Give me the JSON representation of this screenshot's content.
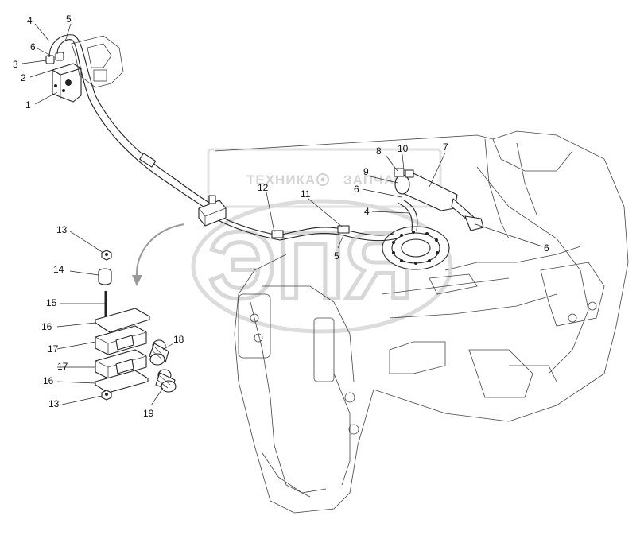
{
  "watermark": {
    "line1": "ТЕХНИКА",
    "line2": "ЗАПЧАСТИ",
    "big": "ЭПЯ"
  },
  "callouts": [
    {
      "id": "c1",
      "label": "1"
    },
    {
      "id": "c2",
      "label": "2"
    },
    {
      "id": "c3",
      "label": "3"
    },
    {
      "id": "c4a",
      "label": "4"
    },
    {
      "id": "c5a",
      "label": "5"
    },
    {
      "id": "c6a",
      "label": "6"
    },
    {
      "id": "c7",
      "label": "7"
    },
    {
      "id": "c8",
      "label": "8"
    },
    {
      "id": "c9",
      "label": "9"
    },
    {
      "id": "c10",
      "label": "10"
    },
    {
      "id": "c6b",
      "label": "6"
    },
    {
      "id": "c4b",
      "label": "4"
    },
    {
      "id": "c12",
      "label": "12"
    },
    {
      "id": "c11",
      "label": "11"
    },
    {
      "id": "c5b",
      "label": "5"
    },
    {
      "id": "c6c",
      "label": "6"
    },
    {
      "id": "c13a",
      "label": "13"
    },
    {
      "id": "c14",
      "label": "14"
    },
    {
      "id": "c15",
      "label": "15"
    },
    {
      "id": "c16a",
      "label": "16"
    },
    {
      "id": "c17a",
      "label": "17"
    },
    {
      "id": "c18",
      "label": "18"
    },
    {
      "id": "c17b",
      "label": "17"
    },
    {
      "id": "c16b",
      "label": "16"
    },
    {
      "id": "c13b",
      "label": "13"
    },
    {
      "id": "c19",
      "label": "19"
    }
  ]
}
